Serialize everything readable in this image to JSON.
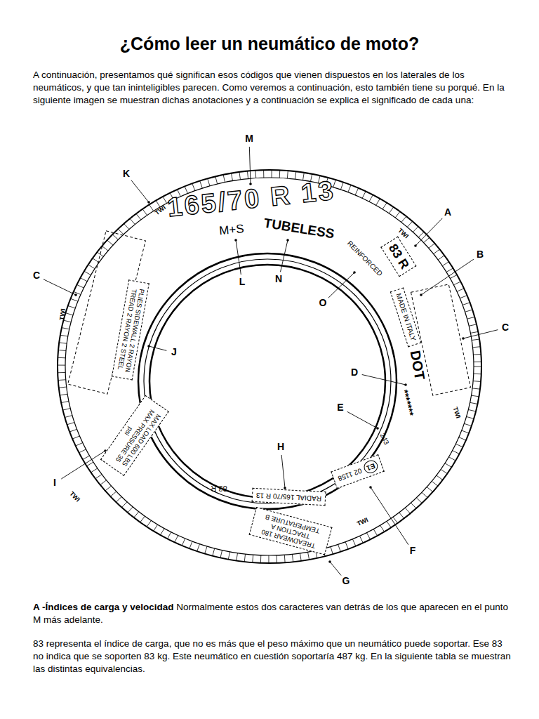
{
  "diagram": {
    "title": "¿Cómo leer un neumático de moto?",
    "nodes": [
      {
        "text": [
          "83 R"
        ]
      },
      {
        "text": [
          "MADE IN ITALY"
        ]
      },
      {
        "text": [
          "PLIES SIDEWALL 2 RAYON TREAD 2 RAYON 2 STEEL"
        ]
      },
      {
        "text": [
          "MAX LOAD 600 LBS MAX PRESSURE 35 psi"
        ]
      },
      {
        "text": [
          "RADIAL 165/70 R 13"
        ]
      },
      {
        "text": [
          "TREADWEAR 180 TRACTION A TEMPERATURE B"
        ]
      },
      {
        "text": [
          "02 1158"
        ]
      },
      {
        "text": [
          "E1"
        ],
        "in": 6
      }
    ],
    "labels": [
      "A continuación, presentamos qué significan esos códigos que vienen dispuestos en los laterales de los neumáticos, y que tan ininteligibles parecen. Como veremos a continuación, esto también tiene su porqué. En la siguiente imagen se muestran dichas anotaciones y a continuación se explica el significado de cada una:",
      "M",
      "K",
      "A",
      "B",
      "C",
      "C",
      "L",
      "N",
      "O",
      "J",
      "D",
      "E",
      "H",
      "I",
      "F",
      "G",
      "165/70 R 13",
      "M+S",
      "TUBELESS",
      "TWI",
      "TWI",
      "TWI",
      "TWI",
      "TWI",
      "TWI",
      "REINFORCED",
      "DOT",
      "*******",
      "243",
      "83 R",
      "A -Índices de carga y velocidad",
      "Normalmente estos dos caracteres van detrás de los que aparecen en el punto M más adelante.",
      "83 representa el índice de carga, que no es más que el peso máximo que un neumático puede soportar. Ese 83 no indica que se soporten 83 kg. Este neumático en cuestión soportaría 487 kg. En la siguiente tabla se muestran las distintas equivalencias."
    ]
  }
}
